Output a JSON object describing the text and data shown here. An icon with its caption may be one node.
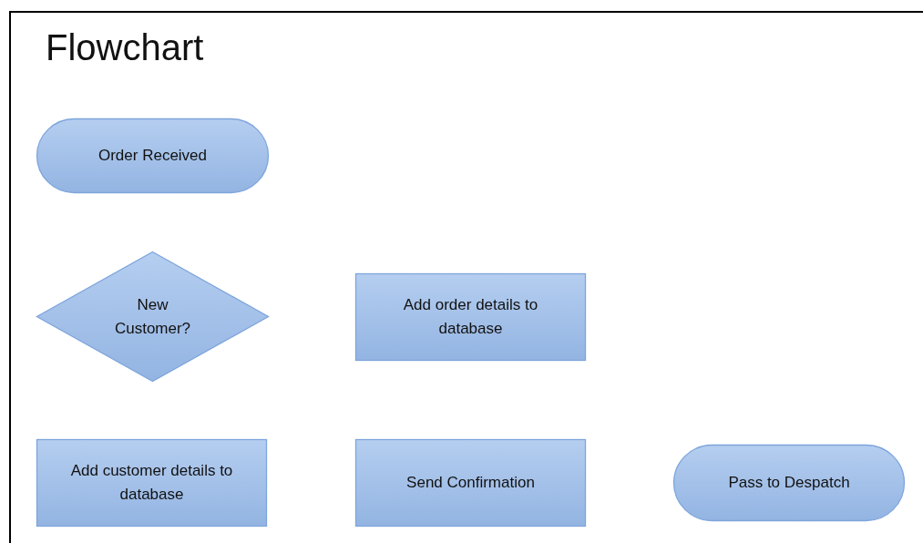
{
  "diagram": {
    "title": "Flowchart",
    "nodes": [
      {
        "text": [
          "Order Received"
        ]
      },
      {
        "text": [
          "New Customer?"
        ]
      },
      {
        "text": [
          "Add order details to database"
        ]
      },
      {
        "text": [
          "Add customer details to database"
        ]
      },
      {
        "text": [
          "Send Confirmation"
        ]
      },
      {
        "text": [
          "Pass to Despatch"
        ]
      }
    ]
  }
}
